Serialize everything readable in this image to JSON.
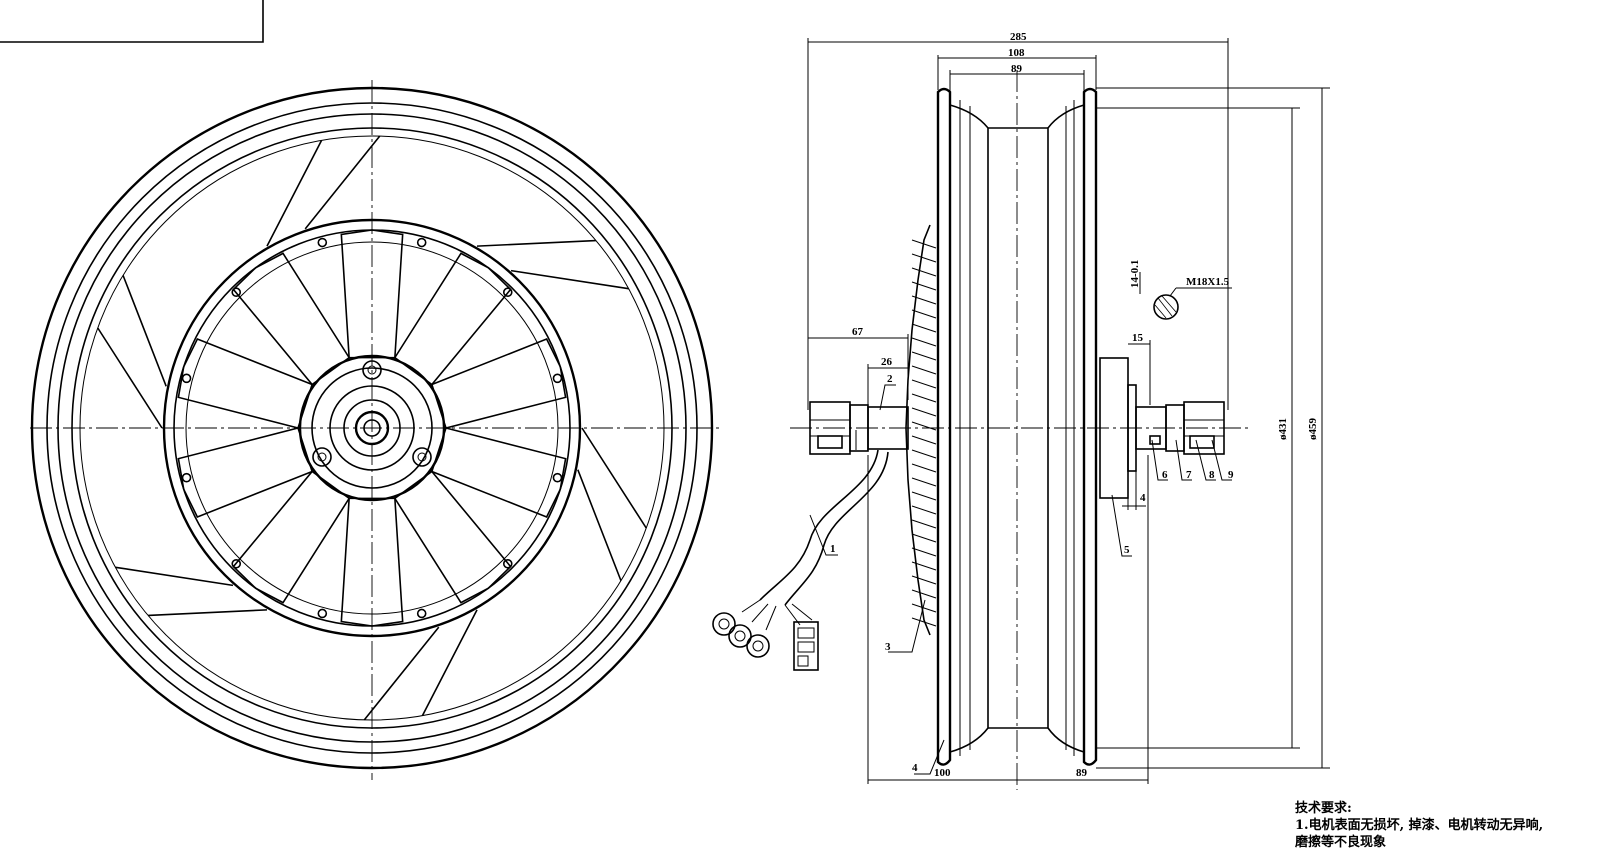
{
  "front_view": {
    "leader_labels": []
  },
  "side_view": {
    "dimensions": {
      "overall_width": "285",
      "rim_width_outer": "108",
      "rim_width_inner": "89",
      "left_axle_length": "67",
      "left_shoulder": "26",
      "right_shoulder": "15",
      "bottom_left": "100",
      "bottom_right": "89",
      "flange_thickness": "4",
      "thread_flat": "14-0.1",
      "thread_spec": "M18X1.5",
      "inner_diameter": "ø431",
      "outer_diameter": "ø459"
    },
    "part_numbers": [
      "1",
      "2",
      "3",
      "4",
      "5",
      "6",
      "7",
      "8",
      "9"
    ]
  },
  "technical_requirements": {
    "heading": "技术要求:",
    "line_1": "1.电机表面无损坏, 掉漆、电机转动无异响,",
    "line_2": "磨擦等不良现象"
  }
}
